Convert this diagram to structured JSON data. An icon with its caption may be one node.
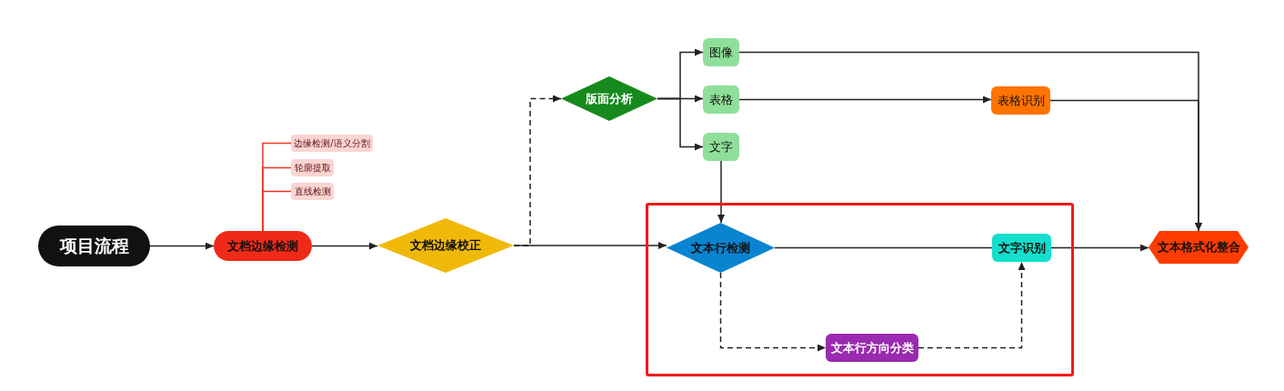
{
  "diagram": {
    "nodes": [
      {
        "text": [
          "项目流程"
        ]
      },
      {
        "text": [
          "文档边缘检测"
        ]
      },
      {
        "text": [
          "边缘检测/语义分割"
        ]
      },
      {
        "text": [
          "轮廓提取"
        ]
      },
      {
        "text": [
          "直线检测"
        ]
      },
      {
        "text": [
          "文档边缘校正"
        ]
      },
      {
        "text": [
          "版面分析"
        ]
      },
      {
        "text": [
          "图像"
        ]
      },
      {
        "text": [
          "表格"
        ]
      },
      {
        "text": [
          "文字"
        ]
      },
      {
        "text": [
          "表格识别"
        ]
      },
      {
        "text": [
          "文本行检测"
        ]
      },
      {
        "text": [
          "文字识别"
        ]
      },
      {
        "text": [
          "文本行方向分类"
        ]
      },
      {
        "text": [
          "文本格式化整合"
        ]
      }
    ],
    "edges": [
      {
        "from": 0,
        "to": 1,
        "arrow": "to"
      },
      {
        "from": 1,
        "to": 2,
        "arrow": "none",
        "color": "#ee3322"
      },
      {
        "from": 1,
        "to": 3,
        "arrow": "none",
        "color": "#ee3322"
      },
      {
        "from": 1,
        "to": 4,
        "arrow": "none",
        "color": "#ee3322"
      },
      {
        "from": 1,
        "to": 5,
        "arrow": "to"
      },
      {
        "from": 5,
        "to": 6,
        "arrow": "to",
        "style": "dashed"
      },
      {
        "from": 5,
        "to": 11,
        "arrow": "to"
      },
      {
        "from": 6,
        "to": 7,
        "arrow": "to"
      },
      {
        "from": 6,
        "to": 8,
        "arrow": "to"
      },
      {
        "from": 6,
        "to": 9,
        "arrow": "to"
      },
      {
        "from": 7,
        "to": 14,
        "arrow": "to"
      },
      {
        "from": 8,
        "to": 10,
        "arrow": "to"
      },
      {
        "from": 10,
        "to": 14,
        "arrow": "to"
      },
      {
        "from": 9,
        "to": 11,
        "arrow": "to"
      },
      {
        "from": 11,
        "to": 12,
        "arrow": "none"
      },
      {
        "from": 11,
        "to": 13,
        "arrow": "to",
        "style": "dashed"
      },
      {
        "from": 13,
        "to": 12,
        "arrow": "to",
        "style": "dashed"
      },
      {
        "from": 12,
        "to": 14,
        "arrow": "to"
      }
    ]
  }
}
